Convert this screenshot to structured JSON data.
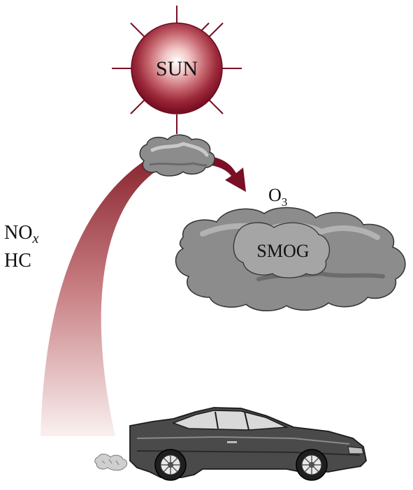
{
  "labels": {
    "sun": "SUN",
    "smog": "SMOG",
    "ozone_main": "O",
    "ozone_sub": "3",
    "nox_main": "NO",
    "nox_sub": "x",
    "hc": "HC"
  },
  "colors": {
    "sun_outer": "#7a0f25",
    "sun_inner": "#ffffff",
    "sun_rays": "#7a0f25",
    "plume_top": "#8a2530",
    "plume_bottom": "#f4e6e6",
    "arrow": "#7a0f25",
    "smog_cloud": "#8c8c8c",
    "smog_cloud_light": "#a8a8a8",
    "smog_cloud_dark": "#6f6f6f",
    "car_body": "#4a4a4a",
    "text": "#111111"
  },
  "icons": {
    "sun": "sun-icon",
    "cloud_small": "cloud-icon",
    "cloud_smog": "smog-cloud-icon",
    "car": "car-icon",
    "exhaust": "exhaust-puff-icon"
  }
}
